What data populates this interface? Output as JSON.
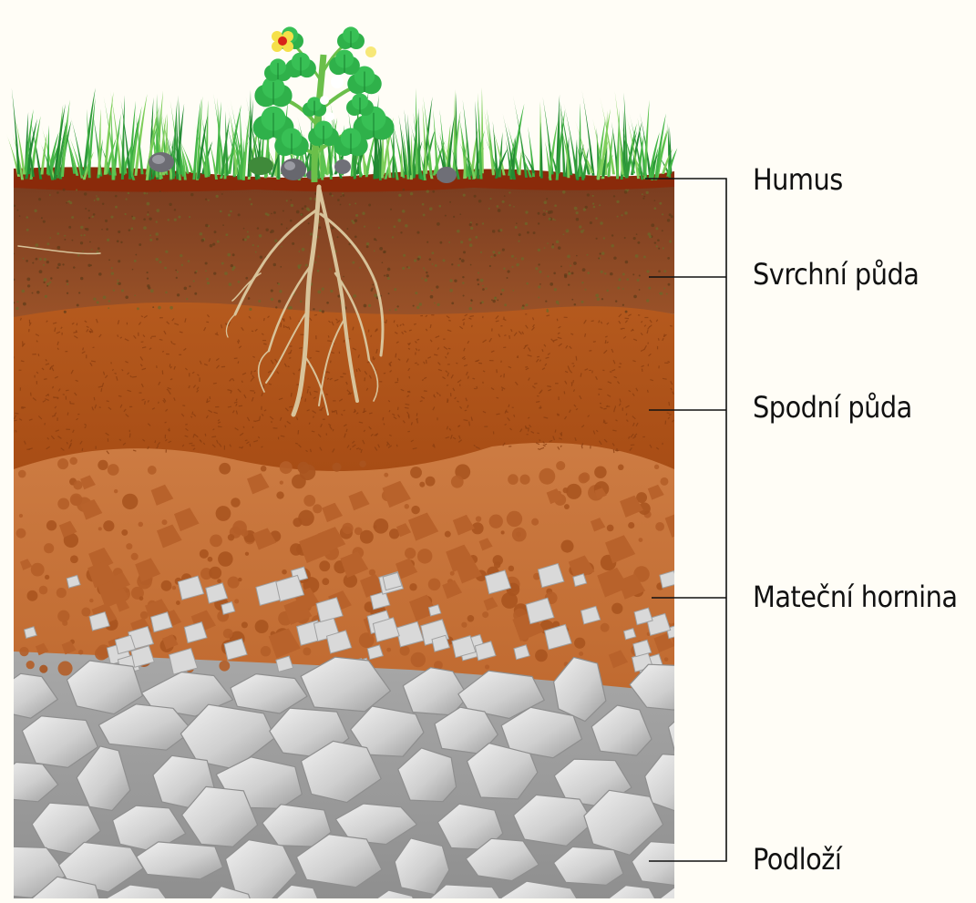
{
  "diagram": {
    "layers": [
      {
        "id": "humus",
        "label": "Humus"
      },
      {
        "id": "topsoil",
        "label": "Svrchní půda"
      },
      {
        "id": "subsoil",
        "label": "Spodní půda"
      },
      {
        "id": "parent-rock",
        "label": "Mateční hornina"
      },
      {
        "id": "bedrock",
        "label": "Podloží"
      }
    ],
    "colors": {
      "humus": "#8a2a0a",
      "topsoil": "#8e4a22",
      "subsoil": "#b85a1c",
      "parent_rock": "#c8733a",
      "bedrock": "#c9c9c9",
      "grass": "#3fae3f",
      "flower": "#f5e04a",
      "roots": "#d8c39a"
    },
    "icons": [
      "plant-icon",
      "flower-icon",
      "grass-icon",
      "pebble-icon",
      "root-icon",
      "rock-icon"
    ]
  }
}
